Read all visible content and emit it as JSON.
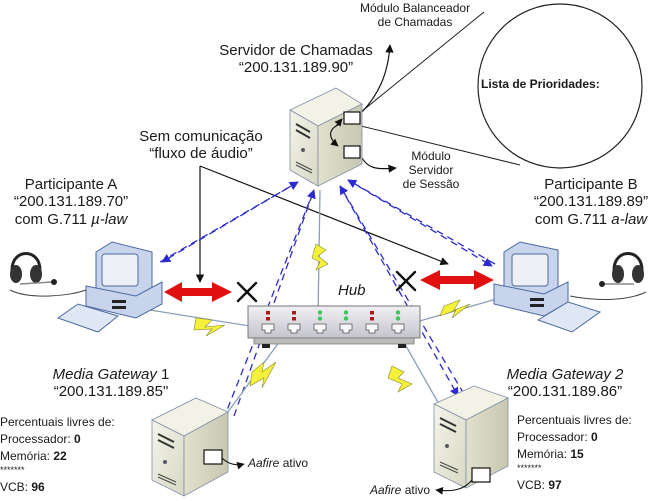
{
  "call_server": {
    "title": "Servidor de Chamadas",
    "ip": "“200.131.189.90”"
  },
  "balancer_module": {
    "line1": "Módulo Balanceador",
    "line2": "de Chamadas"
  },
  "session_module": {
    "line1": "Módulo",
    "line2": "Servidor",
    "line3": "de Sessão"
  },
  "priority_list": {
    "title": "Lista de Prioridades:"
  },
  "no_communication": {
    "line1": "Sem comunicação",
    "line2": "“fluxo de áudio”"
  },
  "participant_a": {
    "title": "Participante A",
    "ip": "“200.131.189.70”",
    "codec_prefix": "com G.711 ",
    "codec_law": "µ-law"
  },
  "participant_b": {
    "title": "Participante B",
    "ip": "“200.131.189.89”",
    "codec_prefix": "com G.711 ",
    "codec_law": "a-law"
  },
  "hub": {
    "label": "Hub",
    "ports": [
      {
        "led": "red"
      },
      {
        "led": "red"
      },
      {
        "led": "green"
      },
      {
        "led": "green"
      },
      {
        "led": "red"
      },
      {
        "led": "green"
      }
    ]
  },
  "gateway_1": {
    "name_italic": "Media Gateway",
    "number": " 1",
    "ip": "“200.131.189.85\"",
    "stats_title": "Percentuais livres de:",
    "processor_label": "Processador: ",
    "processor_value": "0",
    "memory_label": "Memória: ",
    "memory_value": "22",
    "separator": "*******",
    "vcb_label": "VCB: ",
    "vcb_value": "96",
    "aafire_italic": "Aafire",
    "aafire_status": " ativo"
  },
  "gateway_2": {
    "name_italic": "Media Gateway 2",
    "ip": "“200.131.189.86”",
    "stats_title": "Percentuais livres de:",
    "processor_label": "Processador: ",
    "processor_value": "0",
    "memory_label": "Memória: ",
    "memory_value": "15",
    "separator": "*******",
    "vcb_label": "VCB: ",
    "vcb_value": "97",
    "aafire_italic": "Aafire",
    "aafire_status": " ativo"
  },
  "colors": {
    "signal_line": "#2a2ad0",
    "audio_arrow": "#e01010",
    "wireless_bolt": "#f5f03a",
    "led_red": "#b01818",
    "led_green": "#3cc85a",
    "server_face": "#e8e8d8",
    "device_blue": "#b8c8e8"
  }
}
